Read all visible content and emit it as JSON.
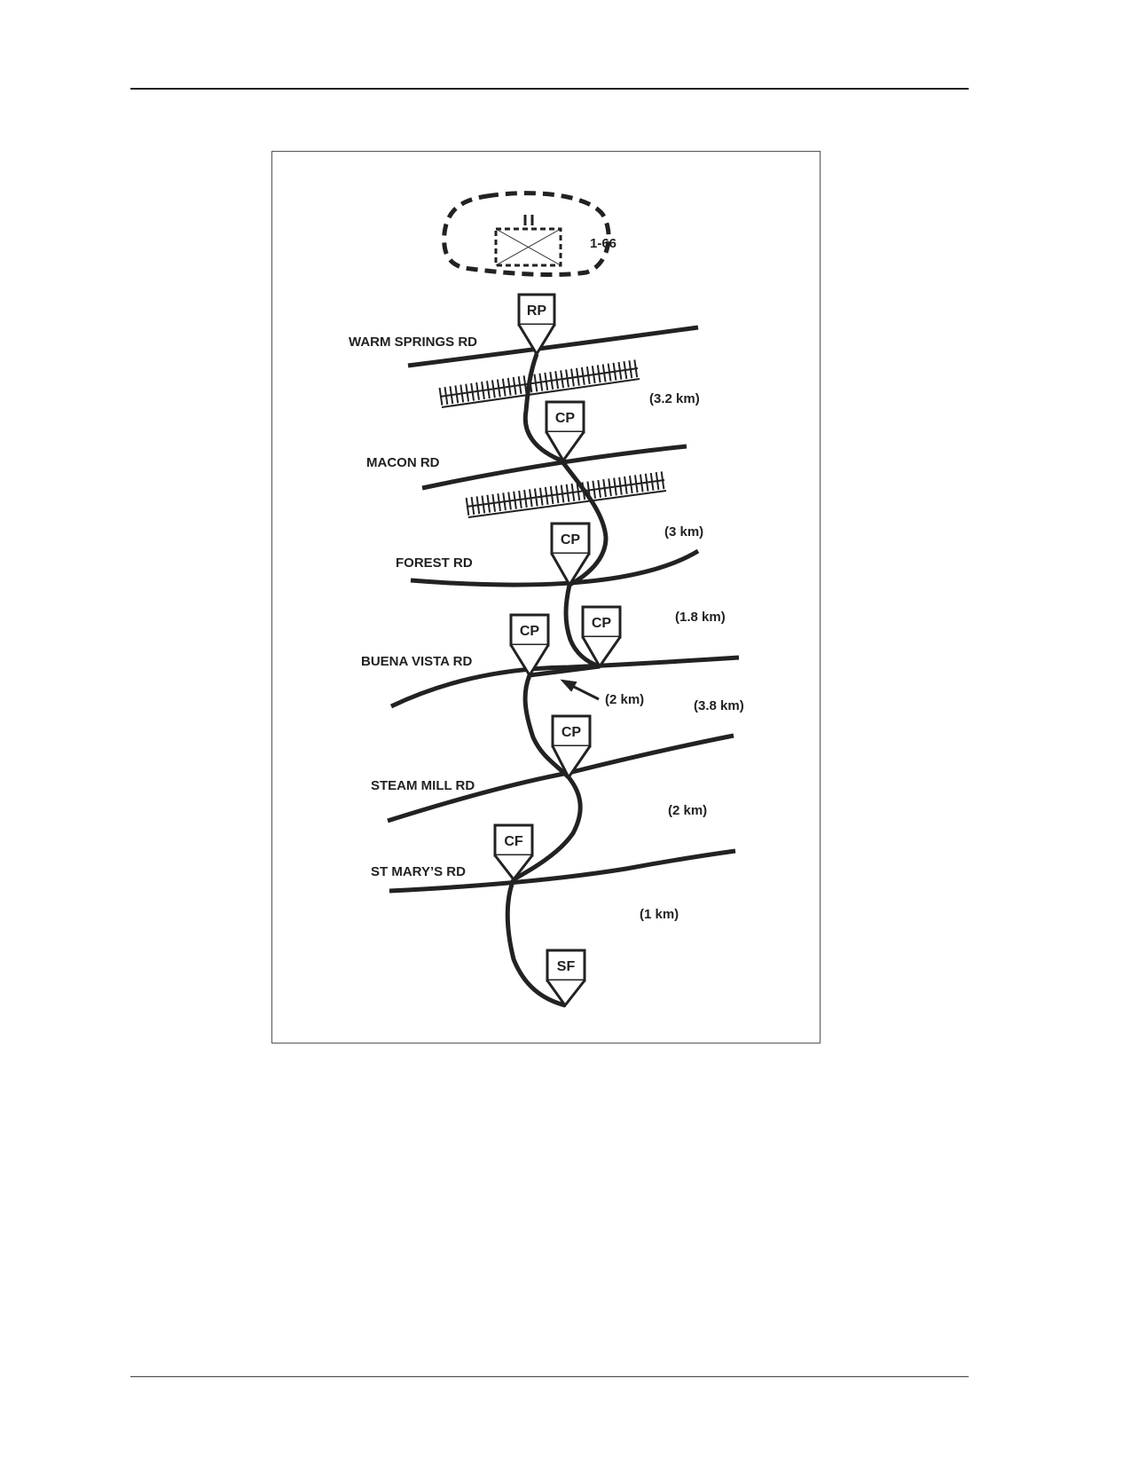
{
  "unit": {
    "designation": "1-66"
  },
  "roads": [
    {
      "id": "warm-springs",
      "name": "WARM SPRINGS RD"
    },
    {
      "id": "macon",
      "name": "MACON RD"
    },
    {
      "id": "forest",
      "name": "FOREST RD"
    },
    {
      "id": "buena-vista",
      "name": "BUENA VISTA RD"
    },
    {
      "id": "steam-mill",
      "name": "STEAM MILL RD"
    },
    {
      "id": "st-marys",
      "name": "ST MARY’S RD"
    }
  ],
  "points": [
    {
      "id": "rp",
      "label": "RP"
    },
    {
      "id": "cp1",
      "label": "CP"
    },
    {
      "id": "cp2",
      "label": "CP"
    },
    {
      "id": "cp3",
      "label": "CP"
    },
    {
      "id": "cp4",
      "label": "CP"
    },
    {
      "id": "cp5",
      "label": "CP"
    },
    {
      "id": "cf",
      "label": "CF"
    },
    {
      "id": "sf",
      "label": "SF"
    }
  ],
  "distances": [
    {
      "id": "d1",
      "text": "(3.2 km)"
    },
    {
      "id": "d2",
      "text": "(3 km)"
    },
    {
      "id": "d3",
      "text": "(1.8 km)"
    },
    {
      "id": "d4",
      "text": "(2 km)"
    },
    {
      "id": "d5",
      "text": "(3.8 km)"
    },
    {
      "id": "d6",
      "text": "(2 km)"
    },
    {
      "id": "d7",
      "text": "(1 km)"
    }
  ]
}
